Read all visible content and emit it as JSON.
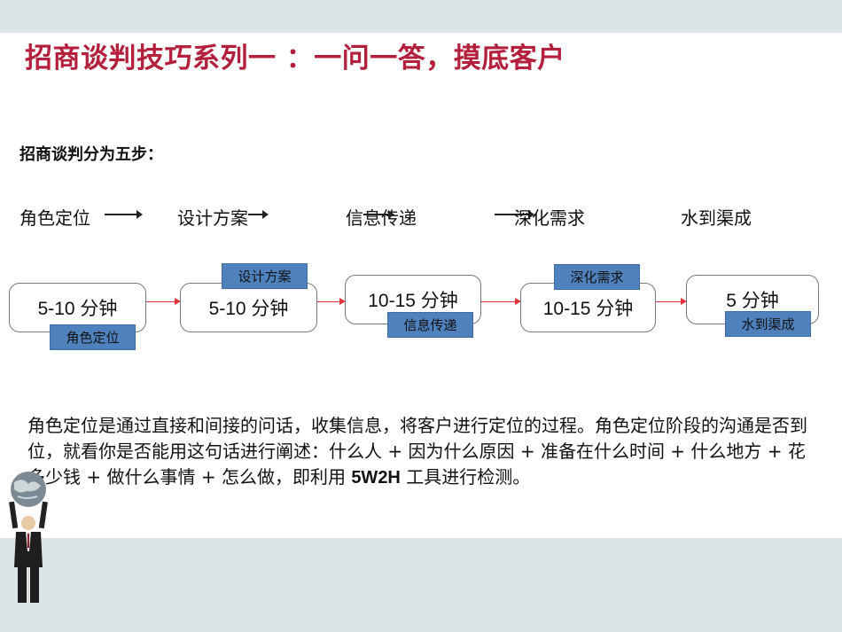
{
  "title": "招商谈判技巧系列一 ：一问一答，摸底客户",
  "intro": "招商谈判分为五步：",
  "steps": [
    "角色定位",
    "设计方案",
    "信息传递",
    "深化需求",
    "水到渠成"
  ],
  "flow": [
    {
      "time": "5-10 分钟",
      "tag": "角色定位"
    },
    {
      "time": "5-10 分钟",
      "tag": "设计方案"
    },
    {
      "time": "10-15 分钟",
      "tag": "信息传递"
    },
    {
      "time": "10-15 分钟",
      "tag": "深化需求"
    },
    {
      "time": "5 分钟",
      "tag": "水到渠成"
    }
  ],
  "paragraph": {
    "part1": "角色定位是通过直接和间接的问话，收集信息，将客户进行定位的过程。角色定位阶段的沟通是否到位，就看你是否能用这句话进行阐述：什么人 + 因为什么原因 + 准备在什么时间 + 什么地方 + 花多少钱 + 做什么事情 + 怎么做，即利用 ",
    "emphasis": "5W2H",
    "part2": " 工具进行检测。"
  },
  "colors": {
    "title": "#b41f3c",
    "tag": "#4f81bd",
    "connector": "#e0303a",
    "band": "#dce4e8"
  },
  "icons": {
    "figure": "businessman-holding-globe-icon"
  }
}
